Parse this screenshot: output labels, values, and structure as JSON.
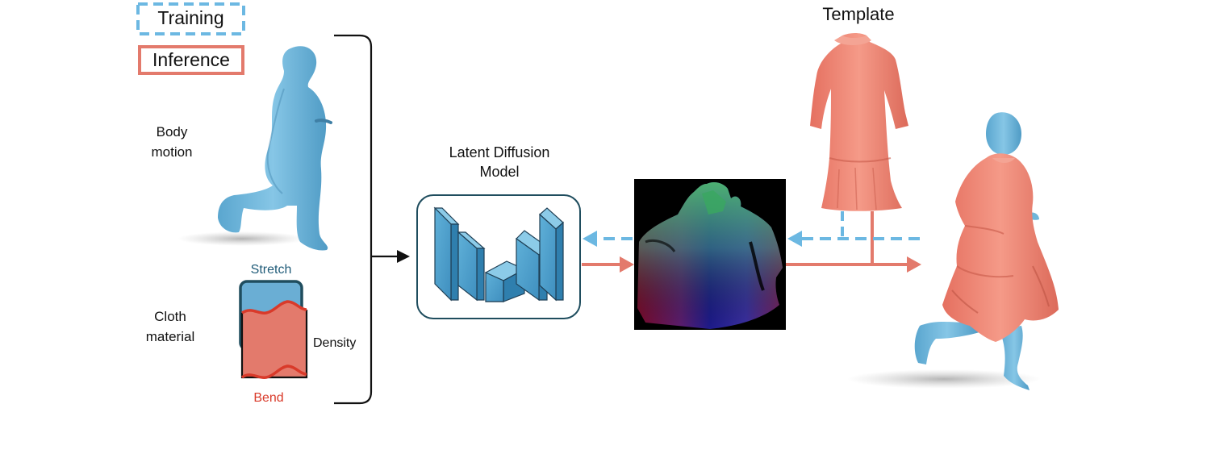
{
  "legend": {
    "training": "Training",
    "inference": "Inference"
  },
  "inputs": {
    "body_motion": "Body\nmotion",
    "cloth_material": "Cloth\nmaterial",
    "stretch": "Stretch",
    "density": "Density",
    "bend": "Bend"
  },
  "model": {
    "title": "Latent Diffusion\nModel"
  },
  "template": {
    "title": "Template"
  },
  "colors": {
    "training": "#6cb8e2",
    "inference": "#e37a6c",
    "body": "#6fb6da",
    "dress": "#ee8674",
    "model_stroke": "#1f4d5e",
    "stretch_text": "#1f5b78",
    "bend_text": "#d93a2a"
  }
}
